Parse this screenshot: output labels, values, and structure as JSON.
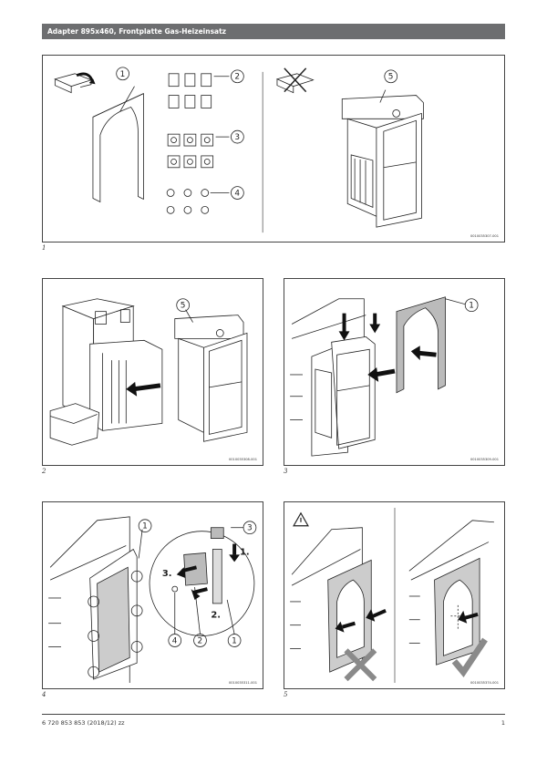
{
  "header": {
    "title": "Adapter 895x460, Frontplatte Gas-Heizeinsatz"
  },
  "figures": [
    {
      "number": "1",
      "code": "0010035307-001",
      "callouts": [
        "1",
        "2",
        "3",
        "4",
        "5"
      ]
    },
    {
      "number": "2",
      "code": "0010035308-001",
      "callouts": [
        "5"
      ]
    },
    {
      "number": "3",
      "code": "0010035309-001",
      "callouts": [
        "1"
      ]
    },
    {
      "number": "4",
      "code": "0010035311-001",
      "callouts": [
        "1",
        "3",
        "4",
        "2",
        "1"
      ],
      "steps": [
        "3.",
        "2.",
        "1."
      ]
    },
    {
      "number": "5",
      "code": "0010035374-001"
    }
  ],
  "footer": {
    "doc_number": "6 720 853 853 (2018/12) zz",
    "page": "1"
  }
}
